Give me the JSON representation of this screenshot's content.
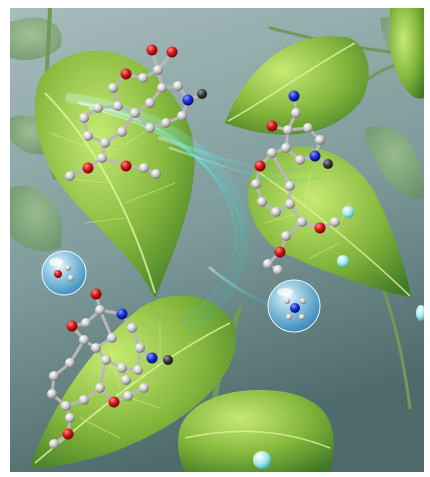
{
  "scene": {
    "subject": "molecular-models-on-leaves",
    "colors": {
      "background_top": "#a8bcbc",
      "background_mid": "#7f9b9b",
      "background_bottom": "#4f6a6a",
      "leaf_light": "#bfe36a",
      "leaf_mid": "#7fb23a",
      "leaf_dark": "#3f7a26",
      "vine": "#6f9a58",
      "swirl": "#5fe0d8",
      "carbon_atom": "#cfcfcf",
      "oxygen_atom": "#d01818",
      "nitrogen_atom": "#1a2fd0",
      "dark_atom": "#3a3a3a",
      "bubble": "#6fc3ee"
    },
    "molecule_count": 3,
    "bubble_count": 2,
    "droplet_count": 4
  }
}
